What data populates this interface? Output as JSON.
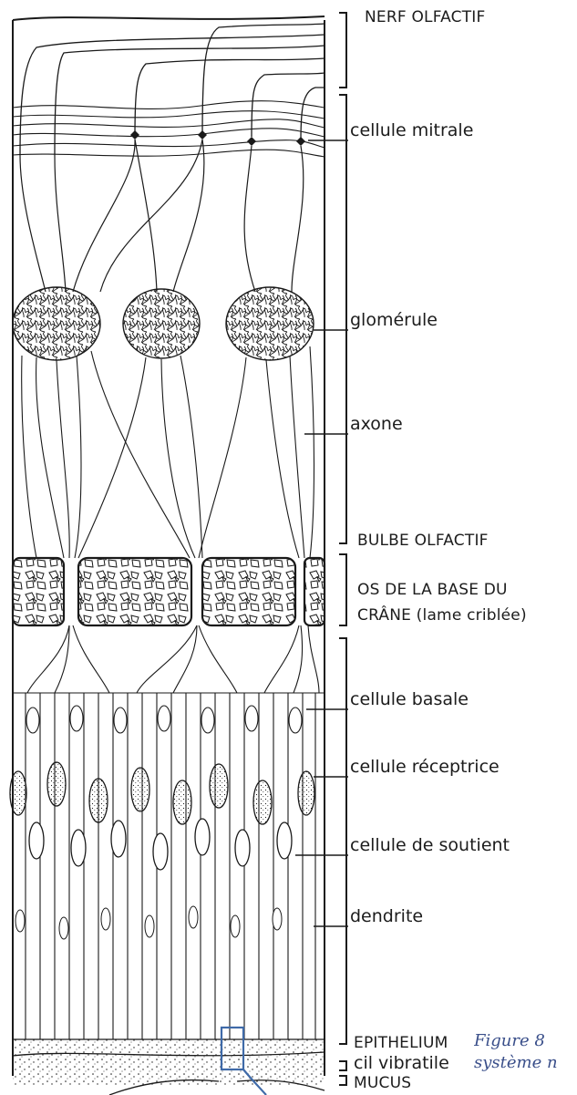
{
  "labels": {
    "nerf_olfactif": "NERF OLFACTIF",
    "cellule_mitrale": "cellule mitrale",
    "glomerule": "glomérule",
    "axone": "axone",
    "bulbe_olfactif": "BULBE OLFACTIF",
    "os_line1": "OS DE LA BASE DU",
    "os_line2": "CRÂNE (lame criblée)",
    "cellule_basale": "cellule basale",
    "cellule_receptrice": "cellule réceptrice",
    "cellule_de_soutient": "cellule de soutient",
    "dendrite": "dendrite",
    "epithelium": "EPITHELIUM",
    "cil_vibratile": "cil vibratile",
    "mucus": "MUCUS"
  },
  "caption": {
    "line1": "Figure 8",
    "line2": "système n"
  },
  "colors": {
    "ink": "#1a1a1a",
    "caption": "#3a4f8a",
    "highlight_box": "#3f6aa8"
  }
}
